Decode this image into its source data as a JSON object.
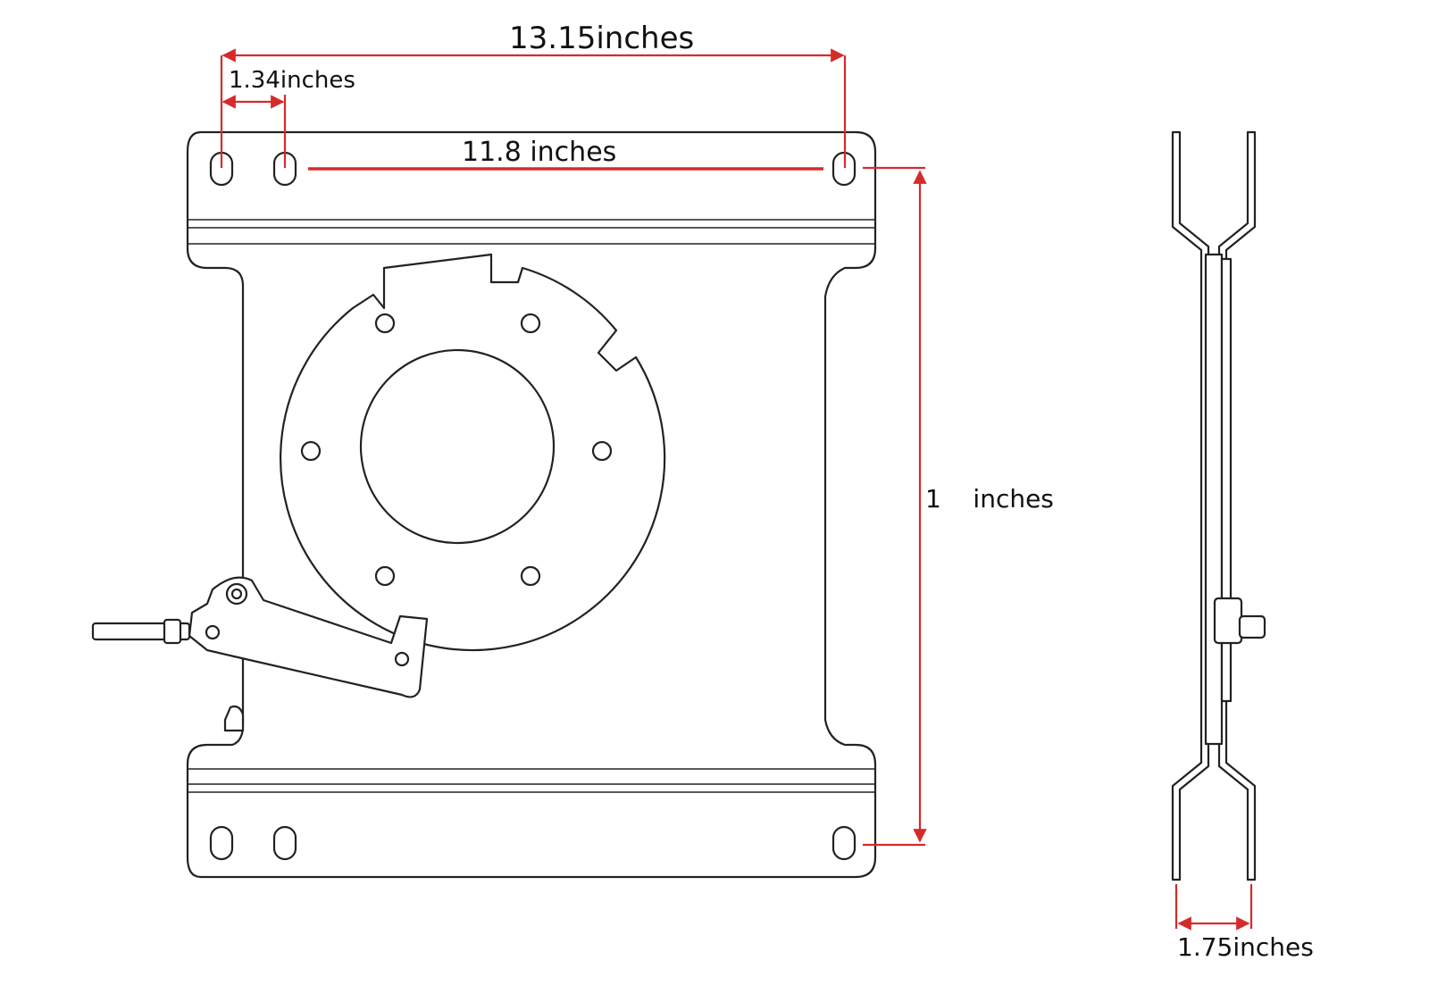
{
  "colors": {
    "dimension": "#d62b2b",
    "outline": "#222222",
    "text": "#111111",
    "background": "#ffffff"
  },
  "dimensions": {
    "overall_width": "13.15inches",
    "slot_spacing": "1.34inches",
    "hole_span": "11.8 inches",
    "height": "1    inches",
    "thickness": "1.75inches"
  }
}
